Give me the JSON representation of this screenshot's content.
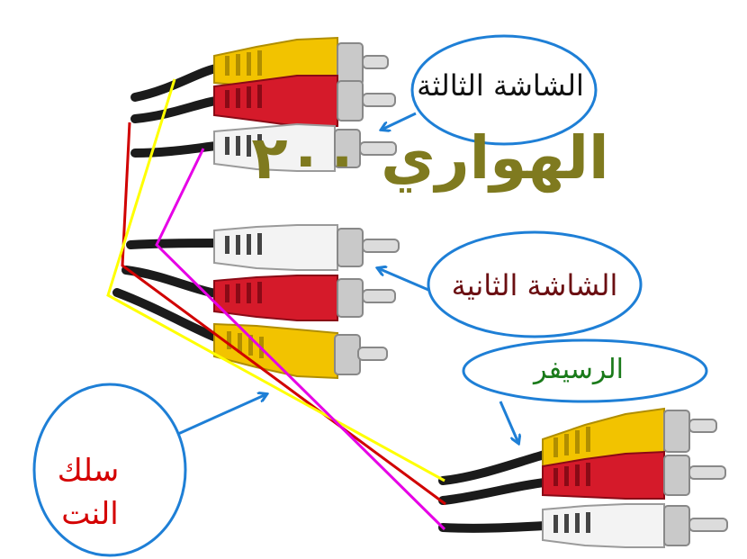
{
  "labels": {
    "screen_three": "الشاشة الثالثة",
    "screen_two": "الشاشة الثانية",
    "receiver": "الرسيفر",
    "net_cable_line1": "سلك",
    "net_cable_line2": "النت",
    "big_title": "الهواري ٢٠٠"
  },
  "colors": {
    "callout_blue": "#1e7fd6",
    "label_black": "#111111",
    "label_maroon": "#6b0f12",
    "label_green": "#1a7a1a",
    "label_red": "#d40000",
    "title_olive": "#7f7a1f",
    "plug_yellow": "#f2c300",
    "plug_red": "#d51a2a",
    "plug_white": "#f3f3f3",
    "cable_black": "#1b1b1b",
    "metal": "#c9c9c9",
    "wire_red": "#d00000",
    "wire_yellow": "#ffff00",
    "wire_magenta": "#e600e6"
  }
}
